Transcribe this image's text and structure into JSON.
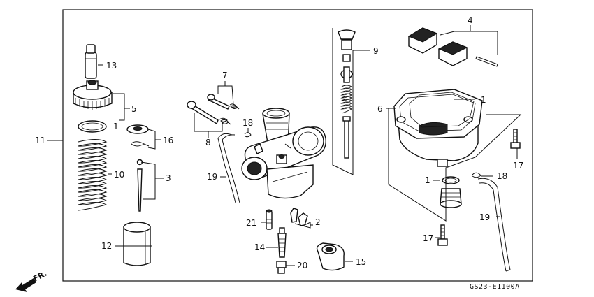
{
  "diagram_code": "GS23-E1100A",
  "direction_label": "FR.",
  "callouts": {
    "c1a": "1",
    "c1b": "1",
    "c1c": "1",
    "c2": "2",
    "c3": "3",
    "c4": "4",
    "c5": "5",
    "c6": "6",
    "c7": "7",
    "c8": "8",
    "c9": "9",
    "c10": "10",
    "c11": "11",
    "c12": "12",
    "c13": "13",
    "c14": "14",
    "c15": "15",
    "c16": "16",
    "c17a": "17",
    "c17b": "17",
    "c18a": "18",
    "c18b": "18",
    "c19a": "19",
    "c19b": "19",
    "c20": "20",
    "c21": "21"
  }
}
